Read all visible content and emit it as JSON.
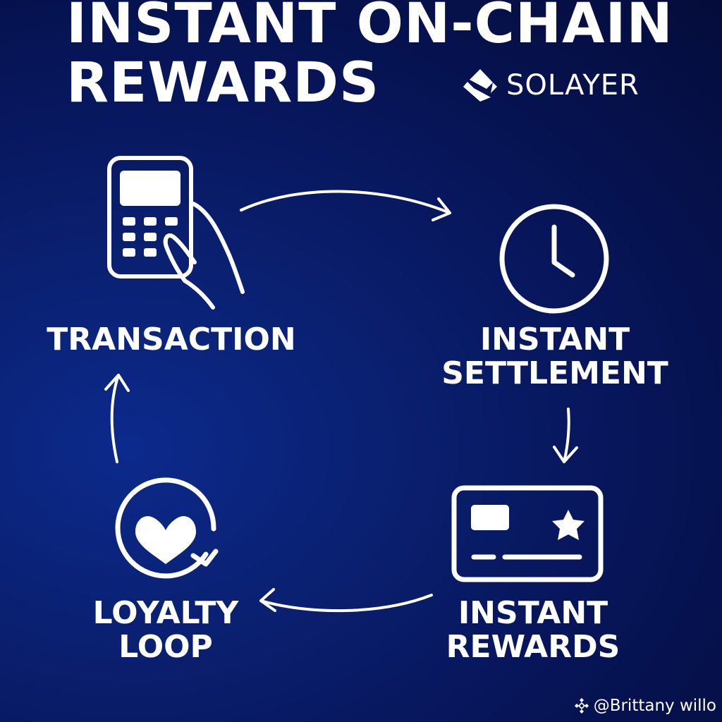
{
  "title": {
    "line1": "INSTANT ON-CHAIN",
    "line2": "REWARDS"
  },
  "brand": {
    "name": "SOLAYER",
    "icon": "solayer-logo-icon"
  },
  "steps": [
    {
      "icon": "payment-terminal-hand-icon",
      "label_lines": [
        "TRANSACTION"
      ]
    },
    {
      "icon": "clock-icon",
      "label_lines": [
        "INSTANT",
        "SETTLEMENT"
      ]
    },
    {
      "icon": "reward-card-star-icon",
      "label_lines": [
        "INSTANT",
        "REWARDS"
      ]
    },
    {
      "icon": "heart-refresh-icon",
      "label_lines": [
        "LOYALTY",
        "LOOP"
      ]
    }
  ],
  "credit": {
    "text": "@Brittany willo",
    "icon": "binance-diamond-icon"
  },
  "colors": {
    "background_dark": "#040c3a",
    "background_mid": "#071559",
    "background_light": "#0c2a8c",
    "foreground": "#ffffff"
  }
}
